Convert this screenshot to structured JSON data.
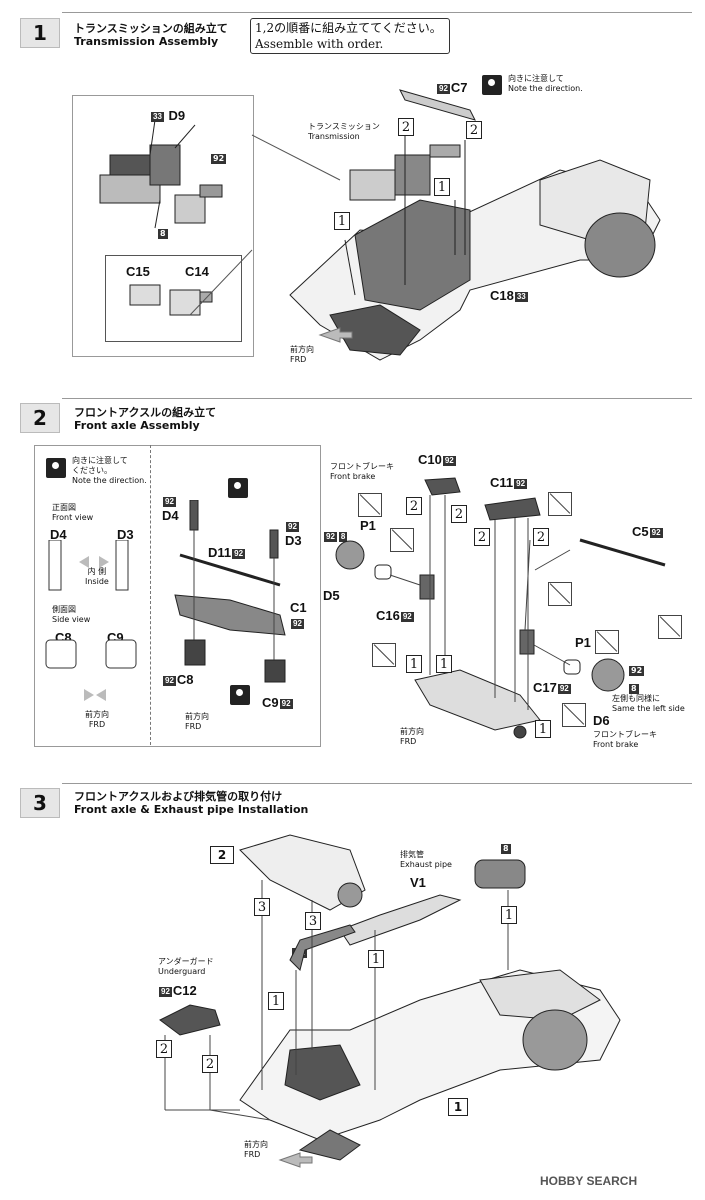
{
  "steps": [
    {
      "number": "1",
      "title_jp": "トランスミッションの組み立て",
      "title_en": "Transmission Assembly"
    },
    {
      "number": "2",
      "title_jp": "フロントアクスルの組み立て",
      "title_en": "Front axle Assembly"
    },
    {
      "number": "3",
      "title_jp": "フロントアクスルおよび排気管の取り付け",
      "title_en": "Front axle & Exhaust pipe Installation"
    }
  ],
  "order_note": {
    "jp": "1,2の順番に組み立ててください。",
    "en": "Assemble with order."
  },
  "direction_note": {
    "jp": "向きに注意して",
    "jp2": "ください。",
    "en": "Note the direction."
  },
  "step1": {
    "d9": "D9",
    "d9_badge": "33",
    "badge92": "92",
    "badge8": "8",
    "c15": "C15",
    "c14": "C14",
    "c7": "C7",
    "c7_badge": "92",
    "transmission_jp": "トランスミッション",
    "transmission_en": "Transmission",
    "c18": "C18",
    "c18_badge": "33",
    "frd_jp": "前方向",
    "frd_en": "FRD",
    "n1": "1",
    "n2": "2"
  },
  "step2": {
    "front_view_jp": "正面図",
    "front_view_en": "Front view",
    "d4": "D4",
    "d3": "D3",
    "inside_jp": "内 側",
    "inside_en": "Inside",
    "side_view_jp": "側面図",
    "side_view_en": "Side view",
    "c8": "C8",
    "c9": "C9",
    "frd_jp": "前方向",
    "frd_en": "FRD",
    "d11": "D11",
    "c1": "C1",
    "b92": "92",
    "b8": "8",
    "front_brake_jp": "フロントブレーキ",
    "front_brake_en": "Front brake",
    "c10": "C10",
    "c11": "C11",
    "p1": "P1",
    "d5": "D5",
    "c16": "C16",
    "c5": "C5",
    "c17": "C17",
    "d6": "D6",
    "same_left_jp": "左側も同様に",
    "same_left_en": "Same the left side",
    "n1": "1",
    "n2": "2"
  },
  "step3": {
    "exhaust_jp": "排気管",
    "exhaust_en": "Exhaust pipe",
    "v1": "V1",
    "underguard_jp": "アンダーガード",
    "underguard_en": "Underguard",
    "c12": "C12",
    "b92": "92",
    "b8": "8",
    "b61": "61",
    "frd_jp": "前方向",
    "frd_en": "FRD",
    "n1": "1",
    "n2": "2",
    "n3": "3"
  },
  "watermark": "HOBBY SEARCH"
}
